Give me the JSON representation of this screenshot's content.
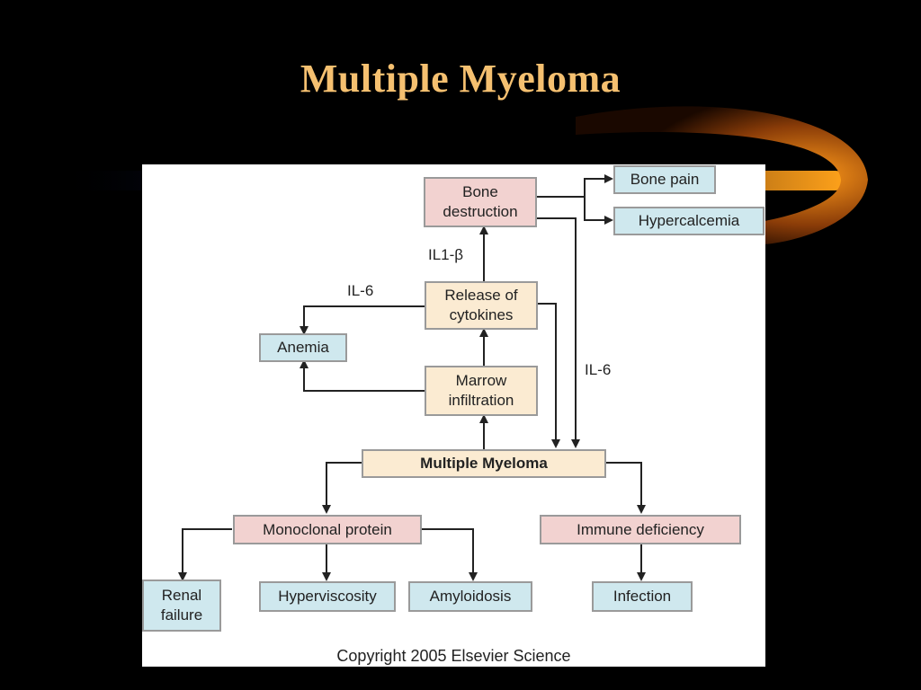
{
  "slide": {
    "title": "Multiple Myeloma"
  },
  "diagram": {
    "nodes": {
      "bone_destruction": "Bone\ndestruction",
      "bone_pain": "Bone pain",
      "hypercalcemia": "Hypercalcemia",
      "release_cytokines": "Release of\ncytokines",
      "anemia": "Anemia",
      "marrow_infiltration": "Marrow\ninfiltration",
      "multiple_myeloma": "Multiple Myeloma",
      "monoclonal_protein": "Monoclonal protein",
      "immune_deficiency": "Immune deficiency",
      "renal_failure": "Renal\nfailure",
      "hyperviscosity": "Hyperviscosity",
      "amyloidosis": "Amyloidosis",
      "infection": "Infection"
    },
    "labels": {
      "il1_beta": "IL1-β",
      "il6_left": "IL-6",
      "il6_right": "IL-6"
    },
    "copyright": "Copyright 2005 Elsevier Science"
  },
  "colors": {
    "background": "#000000",
    "title": "#f5c070",
    "cause_box": "#f2d2d0",
    "effect_box": "#cfe8ee",
    "process_box": "#fbebd2"
  }
}
